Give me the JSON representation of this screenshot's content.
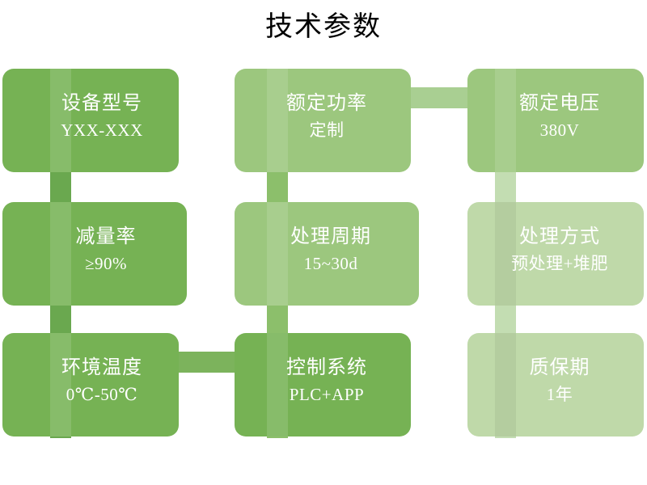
{
  "title": "技术参数",
  "palette": {
    "card_dark": "#76b254",
    "card_mid": "#9cc77e",
    "card_light": "#bfd9a9",
    "connector_dark": "#6aa84f",
    "connector_mid": "#8cbf6b",
    "connector_light": "#c3ddb2",
    "text": "#ffffff",
    "title_text": "#000000",
    "background": "#ffffff"
  },
  "cards": [
    {
      "label": "设备型号",
      "value": "YXX-XXX",
      "tone": "dark"
    },
    {
      "label": "额定功率",
      "value": "定制",
      "tone": "mid"
    },
    {
      "label": "额定电压",
      "value": "380V",
      "tone": "mid"
    },
    {
      "label": "减量率",
      "value": "≥90%",
      "tone": "dark"
    },
    {
      "label": "处理周期",
      "value": "15~30d",
      "tone": "mid"
    },
    {
      "label": "处理方式",
      "value": "预处理+堆肥",
      "tone": "light"
    },
    {
      "label": "环境温度",
      "value": "0℃-50℃",
      "tone": "dark"
    },
    {
      "label": "控制系统",
      "value": "PLC+APP",
      "tone": "dark"
    },
    {
      "label": "质保期",
      "value": "1年",
      "tone": "light"
    }
  ]
}
